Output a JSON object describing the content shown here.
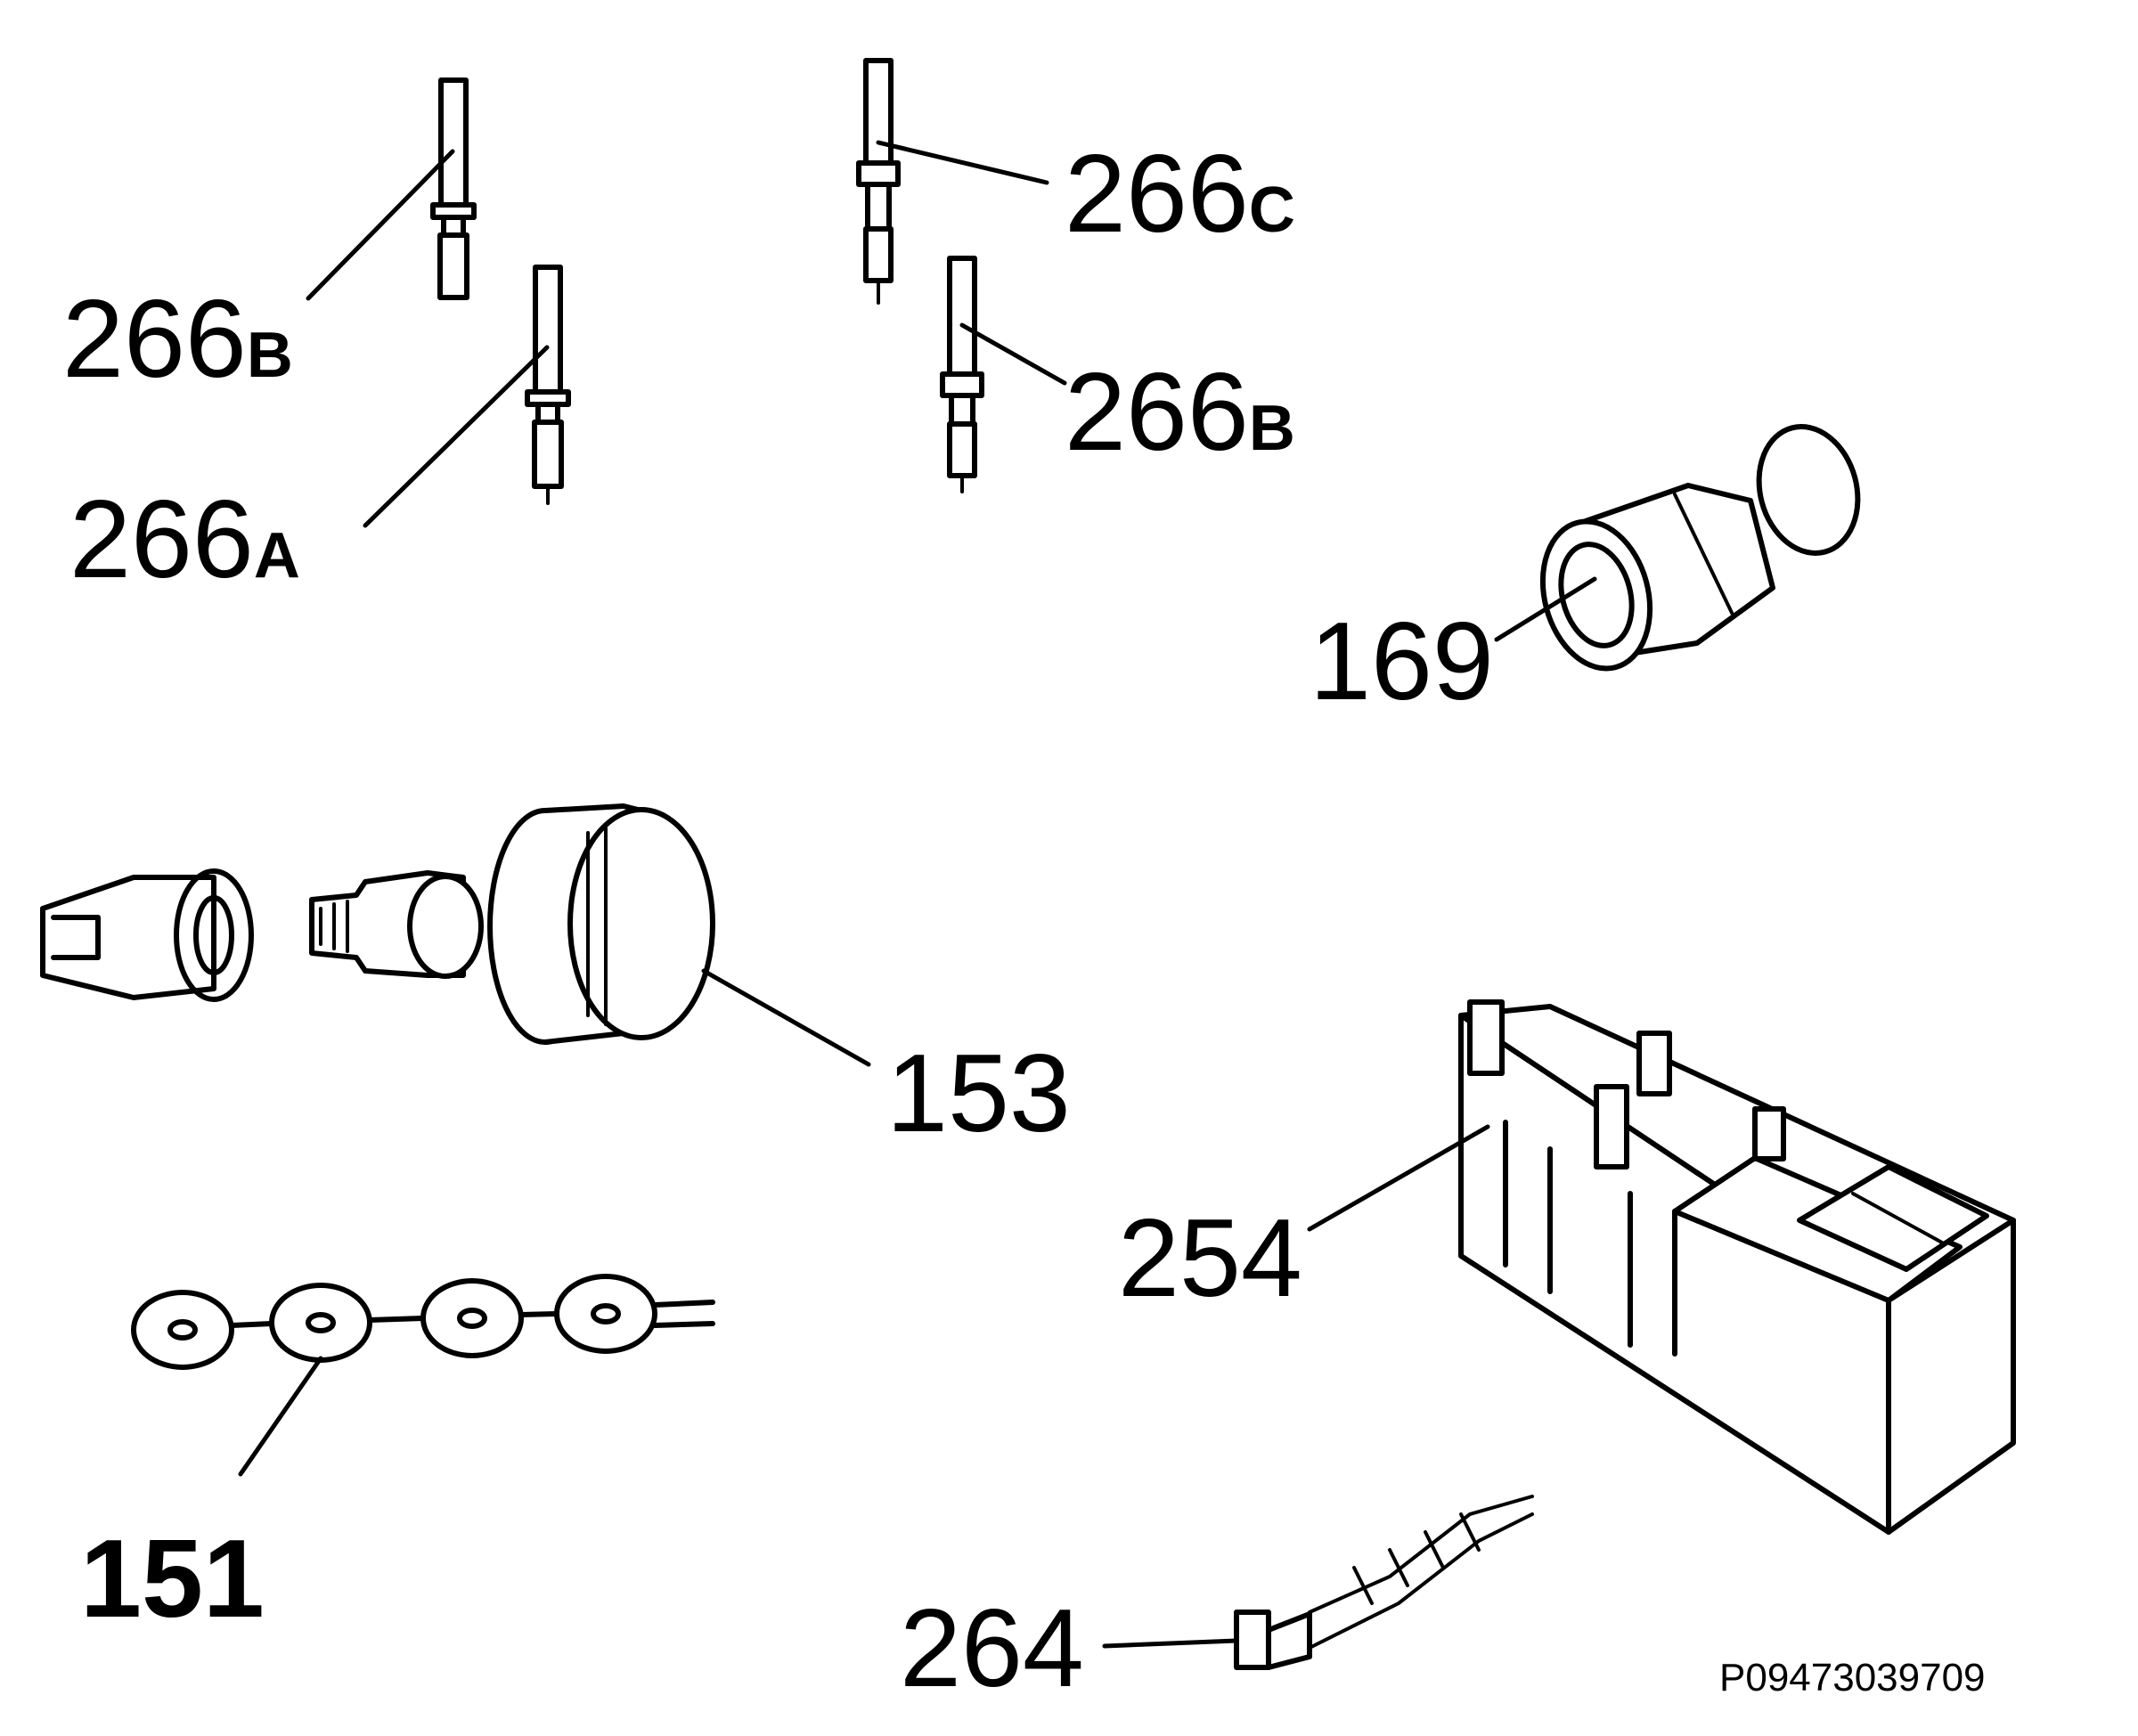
{
  "callouts": {
    "c266b_left": {
      "number": "266",
      "suffix": "B"
    },
    "c266a": {
      "number": "266",
      "suffix": "A"
    },
    "c266c": {
      "number": "266",
      "suffix": "C"
    },
    "c266b_right": {
      "number": "266",
      "suffix": "B"
    },
    "c169": {
      "number": "169"
    },
    "c153": {
      "number": "153"
    },
    "c254": {
      "number": "254"
    },
    "c151": {
      "number": "151"
    },
    "c264": {
      "number": "264"
    }
  },
  "reference_code": "P09473039709"
}
